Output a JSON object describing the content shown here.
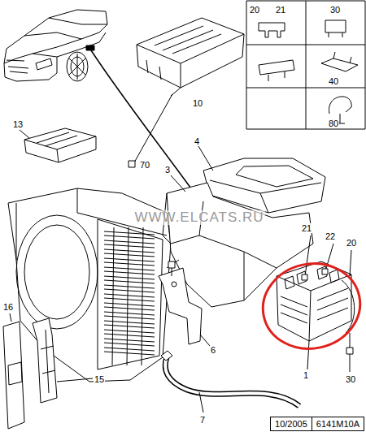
{
  "diagram": {
    "nodes": [
      {
        "text": [
          "10/2005"
        ]
      },
      {
        "text": [
          "6141M10A"
        ]
      }
    ],
    "labels": [
      "20",
      "21",
      "30",
      "40",
      "80",
      "13",
      "10",
      "70",
      "4",
      "3",
      "WWW.ELCATS.RU",
      "21",
      "22",
      "20",
      "16",
      "15",
      "6",
      "7",
      "1",
      "30"
    ]
  }
}
